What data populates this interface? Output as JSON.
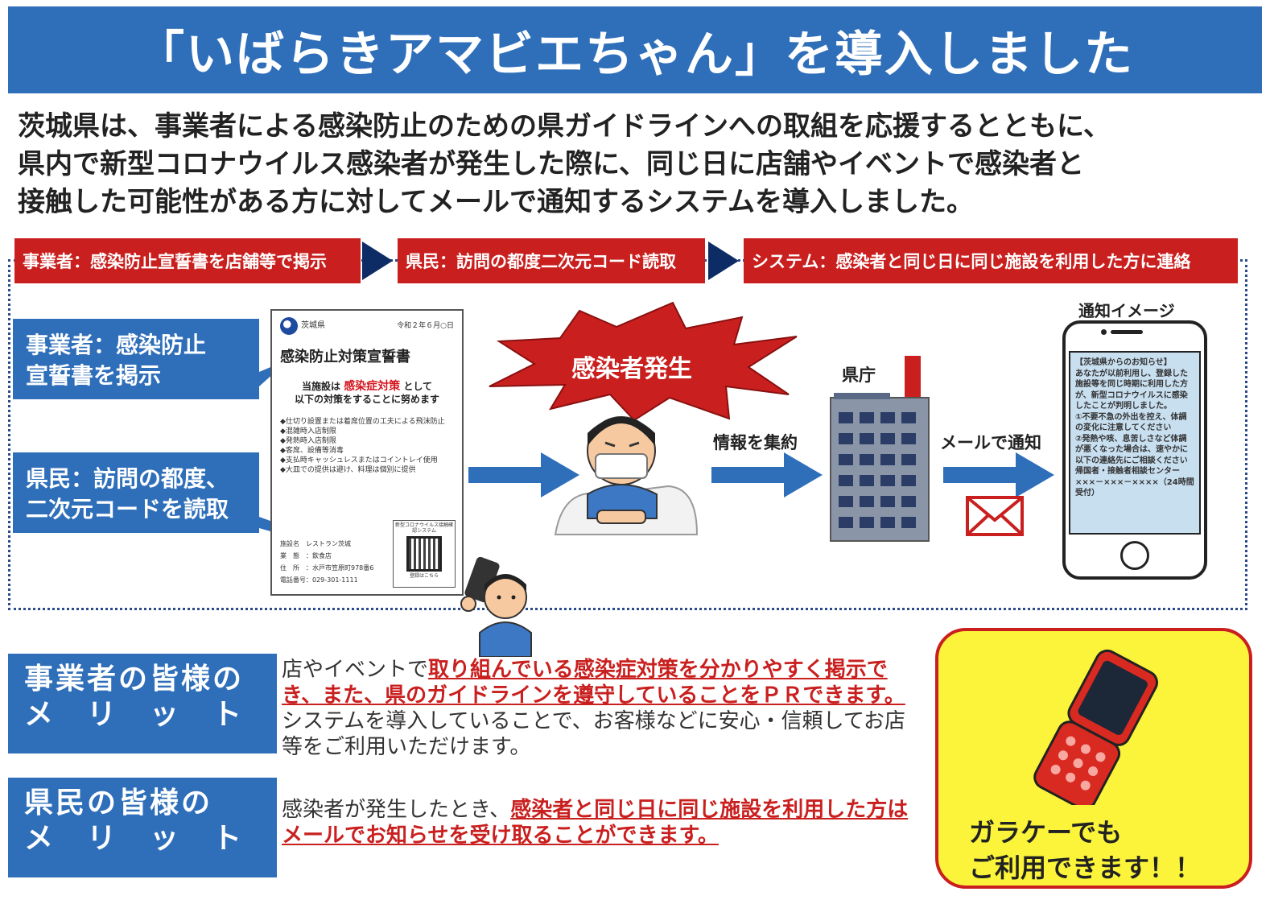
{
  "title": "「いばらきアマビエちゃん」を導入しました",
  "intro_lines": [
    "茨城県は、事業者による感染防止のための県ガイドラインへの取組を応援するとともに、",
    "県内で新型コロナウイルス感染者が発生した際に、同じ日に店舗やイベントで感染者と",
    "接触した可能性がある方に対してメールで通知するシステムを導入しました。"
  ],
  "steps": [
    "事業者：感染防止宣誓書を店舗等で掲示",
    "県民：訪問の都度二次元コード読取",
    "システム：感染者と同じ日に同じ施設を利用した方に連絡"
  ],
  "callouts": {
    "business": [
      "事業者：感染防止",
      "宣誓書を掲示"
    ],
    "citizen": [
      "県民：訪問の都度、",
      "二次元コードを読取"
    ]
  },
  "declaration": {
    "prefecture": "茨城県",
    "date": "令和２年６月○日",
    "title": "感染防止対策宣誓書",
    "lead_pre": "当施設は",
    "lead_red": "感染症対策",
    "lead_post": "として",
    "lead_line2": "以下の対策をすることに努めます",
    "items": [
      "仕切り設置または着席位置の工夫による飛沫防止",
      "混雑時入店制限",
      "発熱時入店制限",
      "客席、設備等消毒",
      "支払時キャッシュレスまたはコイントレイ使用",
      "大皿での提供は避け、料理は個別に提供"
    ],
    "footer": [
      "施設名　レストラン茨城",
      "業　態　：飲食店",
      "住　所　：水戸市笠原町978番6",
      "電話番号：029-301-1111"
    ],
    "qr_caption": "新型コロナウイルス接触確認システム",
    "qr_footer": "登録はこちら"
  },
  "burst_label": "感染者発生",
  "gather_label": "情報を集約",
  "prefecture_office_label": "県庁",
  "mail_label": "メールで通知",
  "notify_caption": "通知イメージ",
  "phone_message": [
    "【茨城県からのお知らせ】",
    "あなたが以前利用し、登録した施設等を同じ時期に利用した方が、新型コロナウイルスに感染したことが判明しました。",
    "①不要不急の外出を控え、体調の変化に注意してください",
    "②発熱や咳、息苦しさなど体調が悪くなった場合は、速やかに以下の連絡先にご相談ください",
    "帰国者・接触者相談センター",
    "×××－×××－××××（24時間受付）"
  ],
  "merits": {
    "business": {
      "heading": [
        "事業者の皆様の",
        "メ　リ　ッ　ト"
      ],
      "text_pre": "店やイベントで",
      "text_hl": "取り組んでいる感染症対策を分かりやすく掲示でき、また、県のガイドラインを遵守していることをＰＲできます。",
      "text_post": "システムを導入していることで、お客様などに安心・信頼してお店等をご利用いただけます。"
    },
    "citizen": {
      "heading": [
        "県民の皆様の",
        "メ　リ　ッ　ト"
      ],
      "text_pre": "感染者が発生したとき、",
      "text_hl": "感染者と同じ日に同じ施設を利用した方はメールでお知らせを受け取ることができます。"
    }
  },
  "garake_lines": [
    "ガラケーでも",
    "ご利用できます！！"
  ],
  "colors": {
    "primary_blue": "#2f6fba",
    "step_red": "#c9201f",
    "navy_arrow": "#0d2c66",
    "highlight_yellow": "#fbf43a"
  },
  "icons": [
    "amabie-prefecture-logo",
    "qr-code-icon",
    "sick-person-illustration",
    "smartphone-scan-person-illustration",
    "office-building-icon",
    "envelope-icon",
    "smartphone-icon",
    "flip-phone-icon",
    "arrow-right-icon",
    "explosion-burst-icon"
  ]
}
